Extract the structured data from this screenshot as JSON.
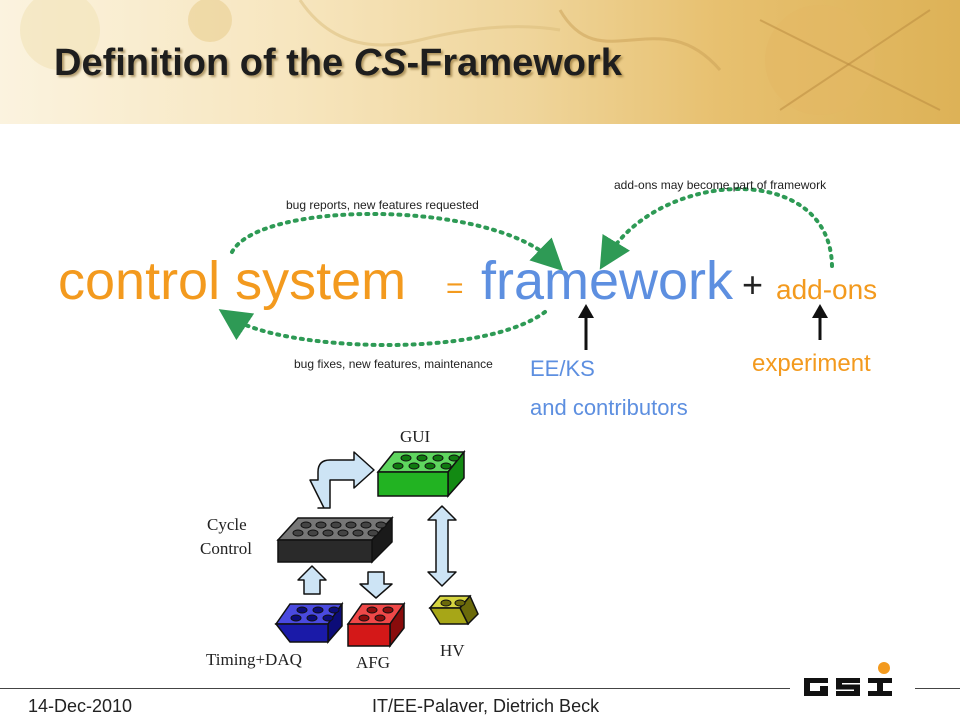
{
  "slide": {
    "title_pre": "Definition of the ",
    "title_em": "CS",
    "title_post": "-Framework"
  },
  "equation": {
    "control_system": "control system",
    "equals": "=",
    "framework": "framework",
    "plus": "+",
    "addons": "add-ons"
  },
  "annotations": {
    "bug_reports": "bug reports, new features requested",
    "addons_part": "add-ons may become part of framework",
    "bug_fixes": "bug fixes, new features, maintenance",
    "eeks": "EE/KS",
    "contributors": "and contributors",
    "experiment": "experiment"
  },
  "diagram": {
    "gui": "GUI",
    "cycle": "Cycle",
    "control": "Control",
    "timing": "Timing+DAQ",
    "afg": "AFG",
    "hv": "HV"
  },
  "footer": {
    "date": "14-Dec-2010",
    "center": "IT/EE-Palaver, Dietrich Beck"
  },
  "colors": {
    "orange": "#f39a1e",
    "blue": "#5d8fe0",
    "dotted_arrow": "#2e9a55",
    "gui_brick": "#22b322",
    "cycle_brick": "#2a2a2a",
    "timing_brick": "#1a1aa8",
    "afg_brick": "#d41818",
    "hv_brick": "#a7a617"
  }
}
